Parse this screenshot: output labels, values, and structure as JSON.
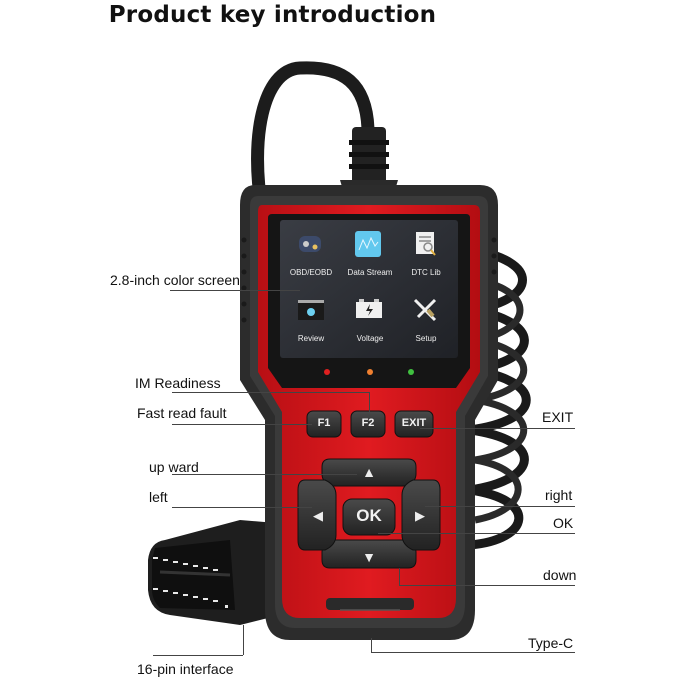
{
  "title": "Product key introduction",
  "screen": {
    "icons": [
      {
        "label": "OBD/EOBD",
        "icon": "engine-icon"
      },
      {
        "label": "Data Stream",
        "icon": "graph-icon"
      },
      {
        "label": "DTC Lib",
        "icon": "document-search-icon"
      },
      {
        "label": "Review",
        "icon": "film-icon"
      },
      {
        "label": "Voltage",
        "icon": "battery-icon"
      },
      {
        "label": "Setup",
        "icon": "wrench-screwdriver-icon"
      }
    ],
    "leds": [
      "#e02020",
      "#f08030",
      "#40c040"
    ]
  },
  "keys": {
    "f1": "F1",
    "f2": "F2",
    "exit": "EXIT",
    "ok": "OK",
    "up": "▲",
    "down": "▼",
    "left": "◀",
    "right": "▶"
  },
  "callouts": {
    "screen": "2.8-inch color screen",
    "im_readiness": "IM Readiness",
    "fast_read": "Fast read fault",
    "exit": "EXIT",
    "upward": "up ward",
    "left": "left",
    "right": "right",
    "ok": "OK",
    "down": "down",
    "type_c": "Type-C",
    "pin": "16-pin interface"
  },
  "colors": {
    "body_red": "#d4161b",
    "housing": "#2c2c2c",
    "screen_bg": "#2a2d33"
  }
}
